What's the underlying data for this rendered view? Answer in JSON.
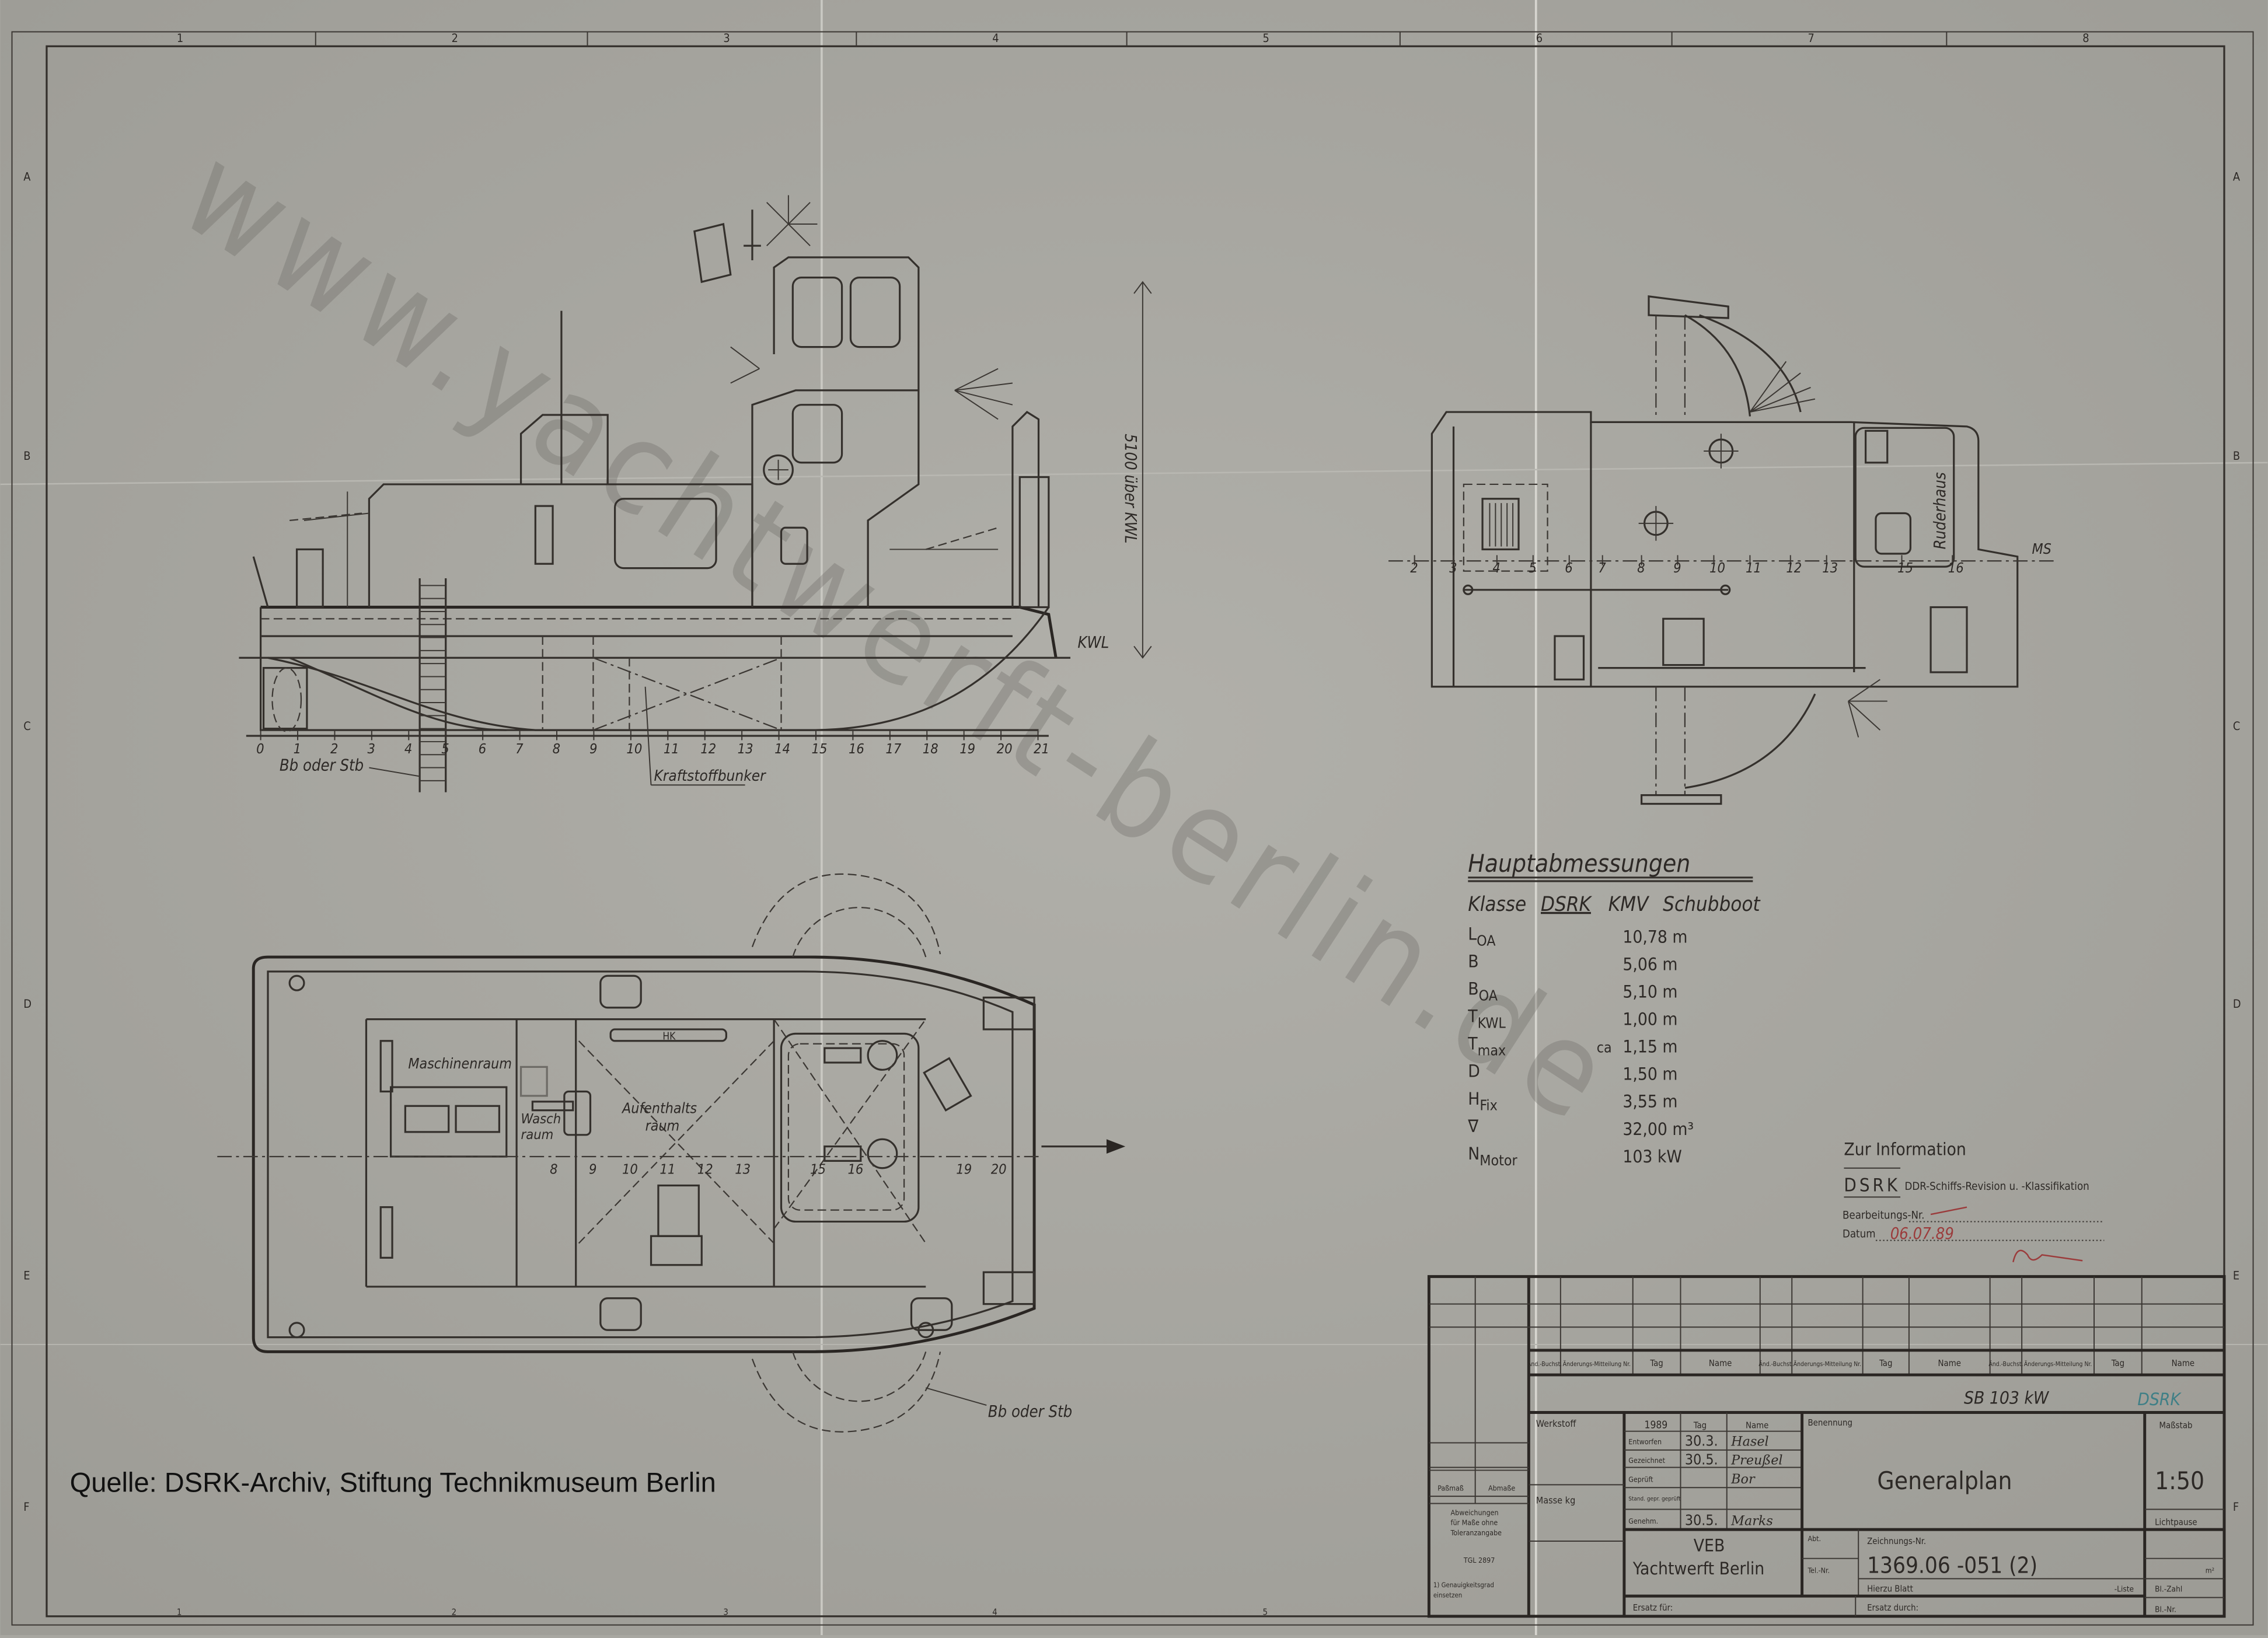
{
  "sheet": {
    "column_markers": [
      "1",
      "2",
      "3",
      "4",
      "5",
      "6",
      "7",
      "8"
    ],
    "bottom_markers": [
      "1",
      "2",
      "3",
      "4",
      "5"
    ],
    "row_markers": [
      "A",
      "B",
      "C",
      "D",
      "E",
      "F"
    ],
    "watermark": "www.yachtwerft-berlin.de",
    "caption": "Quelle: DSRK-Archiv, Stiftung Technikmuseum Berlin"
  },
  "side_view": {
    "frame_numbers": [
      "0",
      "1",
      "2",
      "3",
      "4",
      "5",
      "6",
      "7",
      "8",
      "9",
      "10",
      "11",
      "12",
      "13",
      "14",
      "15",
      "16",
      "17",
      "18",
      "19",
      "20",
      "21"
    ],
    "kwl_label": "KWL",
    "height_dimension": "5100 über KWL",
    "ladder_label": "Bb oder Stb",
    "fuel_label": "Kraftstoffbunker"
  },
  "end_view": {
    "frame_numbers": [
      "2",
      "3",
      "4",
      "5",
      "6",
      "7",
      "8",
      "9",
      "10",
      "11",
      "12",
      "13",
      "15",
      "16"
    ],
    "ms_label": "MS",
    "wheelhouse_label": "Ruderhaus"
  },
  "plan_view": {
    "engine_room": "Maschinenraum",
    "wash_room_1": "Wasch",
    "wash_room_2": "raum",
    "lounge_1": "Aufenthalts",
    "lounge_2": "raum",
    "heater": "HK",
    "frame_numbers": [
      "8",
      "9",
      "10",
      "11",
      "12",
      "13",
      "15",
      "16",
      "19",
      "20"
    ],
    "side_label": "Bb oder Stb"
  },
  "main_dimensions": {
    "title": "Hauptabmessungen",
    "class_prefix": "Klasse",
    "class_society": "DSRK",
    "class_code": "KMV",
    "vessel_type": "Schubboot",
    "rows": [
      {
        "sym": "L",
        "sub": "OA",
        "prefix": "",
        "value": "10,78 m"
      },
      {
        "sym": "B",
        "sub": "",
        "prefix": "",
        "value": "5,06 m"
      },
      {
        "sym": "B",
        "sub": "OA",
        "prefix": "",
        "value": "5,10 m"
      },
      {
        "sym": "T",
        "sub": "KWL",
        "prefix": "",
        "value": "1,00 m"
      },
      {
        "sym": "T",
        "sub": "max",
        "prefix": "ca",
        "value": "1,15 m"
      },
      {
        "sym": "D",
        "sub": "",
        "prefix": "",
        "value": "1,50 m"
      },
      {
        "sym": "H",
        "sub": "Fix",
        "prefix": "",
        "value": "3,55 m"
      },
      {
        "sym": "∇",
        "sub": "",
        "prefix": "",
        "value": "32,00 m³"
      },
      {
        "sym": "N",
        "sub": "Motor",
        "prefix": "",
        "value": "103 kW"
      }
    ]
  },
  "info_stamp": {
    "title": "Zur Information",
    "org": "DSRK",
    "org_full": "DDR-Schiffs-Revision u. -Klassifikation",
    "processing_no_label": "Bearbeitungs-Nr.",
    "date_label": "Datum",
    "date_value": "06.07.89",
    "stamp_color": "#9b3b3b"
  },
  "title_block": {
    "rev_headers": [
      "Änd.-Buchst.",
      "Änderungs-Mitteilung Nr.",
      "Tag",
      "Name",
      "Änd.-Buchst.",
      "Änderungs-Mitteilung Nr.",
      "Tag",
      "Name",
      "Änd.-Buchst.",
      "Änderungs-Mitteilung Nr.",
      "Tag",
      "Name"
    ],
    "project": "SB 103 kW",
    "dsrk_mark": "DSRK",
    "dsrk_mark_color": "#3f7f86",
    "material_label": "Werkstoff",
    "mass_label": "Masse kg",
    "year": "1989",
    "day_label": "Tag",
    "name_label": "Name",
    "steps": [
      {
        "label": "Entworfen",
        "day": "30.3.",
        "name": "Hasel"
      },
      {
        "label": "Gezeichnet",
        "day": "30.5.",
        "name": "Preußel"
      },
      {
        "label": "Geprüft",
        "day": "",
        "name": "Bor"
      },
      {
        "label": "Stand. gepr. geprüft",
        "day": "",
        "name": ""
      },
      {
        "label": "Genehm.",
        "day": "30.5.",
        "name": "Marks"
      }
    ],
    "designation_label": "Benennung",
    "designation": "Generalplan",
    "scale_label": "Maßstab",
    "scale": "1:50",
    "blueprint_label": "Lichtpause",
    "company_1": "VEB",
    "company_2": "Yachtwerft Berlin",
    "dept_label": "Abt.",
    "tel_label": "Tel.-Nr.",
    "drawing_no_label": "Zeichnungs-Nr.",
    "drawing_no": "1369.06 -051 (2)",
    "belongs_label": "Hierzu  Blatt",
    "list_label": "-Liste",
    "sheet_count_label": "Bl.-Zahl",
    "sheet_no_label": "Bl.-Nr.",
    "replaces_label": "Ersatz für:",
    "replaced_by_label": "Ersatz durch:",
    "fit_label": "Paßmaß",
    "dev_label": "Abmaße",
    "tolerance_1": "Abweichungen",
    "tolerance_2": "für Maße ohne",
    "tolerance_3": "Toleranzangabe",
    "standard": "TGL 2897",
    "accuracy_1": "1) Genauigkeitsgrad",
    "accuracy_2": "einsetzen",
    "unit_m2": "m²"
  }
}
